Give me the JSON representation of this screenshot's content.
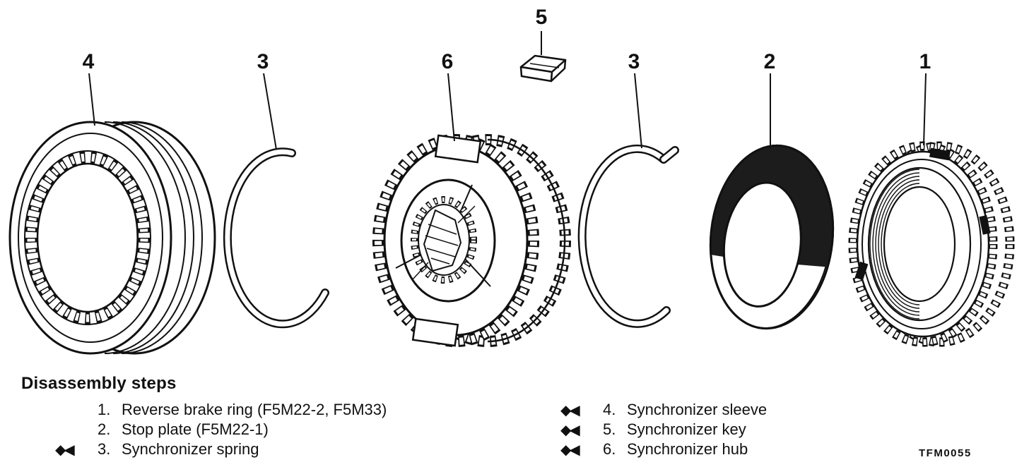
{
  "figure_code": "TFM0055",
  "diagram": {
    "callouts": [
      {
        "label": "4"
      },
      {
        "label": "3"
      },
      {
        "label": "6"
      },
      {
        "label": "5"
      },
      {
        "label": "3"
      },
      {
        "label": "2"
      },
      {
        "label": "1"
      }
    ]
  },
  "steps": {
    "heading": "Disassembly steps",
    "left": [
      {
        "marker": "",
        "num": "1.",
        "text": "Reverse brake ring (F5M22-2, F5M33)"
      },
      {
        "marker": "",
        "num": "2.",
        "text": "Stop plate (F5M22-1)"
      },
      {
        "marker": "◆◀",
        "num": "3.",
        "text": "Synchronizer spring"
      }
    ],
    "right": [
      {
        "marker": "◆◀",
        "num": "4.",
        "text": "Synchronizer sleeve"
      },
      {
        "marker": "◆◀",
        "num": "5.",
        "text": "Synchronizer key"
      },
      {
        "marker": "◆◀",
        "num": "6.",
        "text": "Synchronizer hub"
      }
    ]
  }
}
